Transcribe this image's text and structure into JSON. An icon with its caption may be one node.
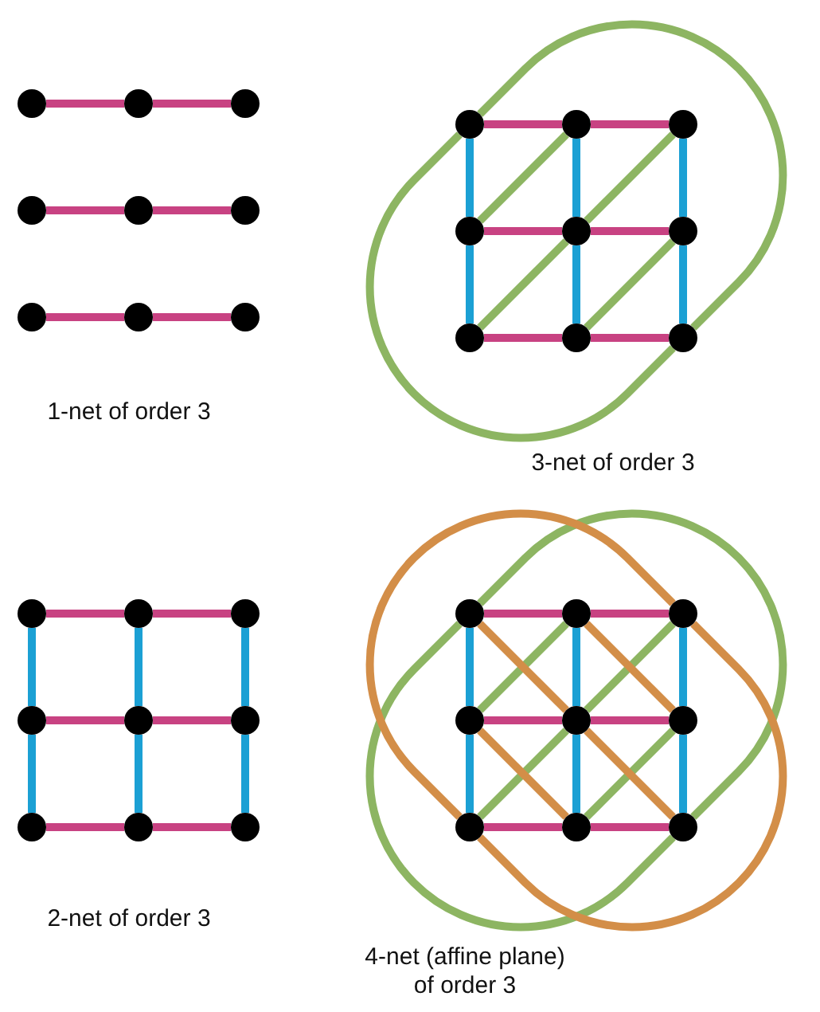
{
  "diagram": {
    "nodes": [
      {
        "text": [],
        "shape": "circle"
      },
      {
        "text": [],
        "shape": "circle"
      },
      {
        "text": [],
        "shape": "circle"
      },
      {
        "text": [],
        "shape": "circle"
      },
      {
        "text": [],
        "shape": "circle"
      },
      {
        "text": [],
        "shape": "circle"
      },
      {
        "text": [],
        "shape": "circle"
      },
      {
        "text": [],
        "shape": "circle"
      },
      {
        "text": [],
        "shape": "circle"
      },
      {
        "text": [],
        "shape": "circle"
      },
      {
        "text": [],
        "shape": "circle"
      },
      {
        "text": [],
        "shape": "circle"
      },
      {
        "text": [],
        "shape": "circle"
      },
      {
        "text": [],
        "shape": "circle"
      },
      {
        "text": [],
        "shape": "circle"
      },
      {
        "text": [],
        "shape": "circle"
      },
      {
        "text": [],
        "shape": "circle"
      },
      {
        "text": [],
        "shape": "circle"
      },
      {
        "text": [],
        "shape": "circle"
      },
      {
        "text": [],
        "shape": "circle"
      },
      {
        "text": [],
        "shape": "circle"
      },
      {
        "text": [],
        "shape": "circle"
      },
      {
        "text": [],
        "shape": "circle"
      },
      {
        "text": [],
        "shape": "circle"
      },
      {
        "text": [],
        "shape": "circle"
      },
      {
        "text": [],
        "shape": "circle"
      },
      {
        "text": [],
        "shape": "circle"
      },
      {
        "text": [],
        "shape": "circle"
      },
      {
        "text": [],
        "shape": "circle"
      },
      {
        "text": [],
        "shape": "circle"
      },
      {
        "text": [],
        "shape": "circle"
      },
      {
        "text": [],
        "shape": "circle"
      },
      {
        "text": [],
        "shape": "circle"
      },
      {
        "text": [],
        "shape": "circle"
      },
      {
        "text": [],
        "shape": "circle"
      },
      {
        "text": [],
        "shape": "circle"
      }
    ],
    "edges": [
      {
        "from": 0,
        "to": 1,
        "arrow": "none"
      },
      {
        "from": 1,
        "to": 2,
        "arrow": "none"
      },
      {
        "from": 3,
        "to": 4,
        "arrow": "none"
      },
      {
        "from": 4,
        "to": 5,
        "arrow": "none"
      },
      {
        "from": 6,
        "to": 7,
        "arrow": "none"
      },
      {
        "from": 7,
        "to": 8,
        "arrow": "none"
      },
      {
        "from": 9,
        "to": 10,
        "arrow": "none"
      },
      {
        "from": 10,
        "to": 11,
        "arrow": "none"
      },
      {
        "from": 12,
        "to": 13,
        "arrow": "none"
      },
      {
        "from": 13,
        "to": 14,
        "arrow": "none"
      },
      {
        "from": 15,
        "to": 16,
        "arrow": "none"
      },
      {
        "from": 16,
        "to": 17,
        "arrow": "none"
      },
      {
        "from": 9,
        "to": 12,
        "arrow": "none",
        "color": "#1ba0d4"
      },
      {
        "from": 12,
        "to": 15,
        "arrow": "none",
        "color": "#1ba0d4"
      },
      {
        "from": 10,
        "to": 13,
        "arrow": "none",
        "color": "#1ba0d4"
      },
      {
        "from": 13,
        "to": 16,
        "arrow": "none",
        "color": "#1ba0d4"
      },
      {
        "from": 11,
        "to": 14,
        "arrow": "none",
        "color": "#1ba0d4"
      },
      {
        "from": 14,
        "to": 17,
        "arrow": "none",
        "color": "#1ba0d4"
      },
      {
        "from": 15,
        "to": 13,
        "arrow": "none",
        "color": "#8db562"
      },
      {
        "from": 13,
        "to": 11,
        "arrow": "none",
        "color": "#8db562"
      },
      {
        "from": 16,
        "to": 14,
        "arrow": "none",
        "color": "#8db562"
      },
      {
        "from": 12,
        "to": 10,
        "arrow": "none",
        "color": "#8db562"
      },
      {
        "from": 9,
        "to": 17,
        "arrow": "none",
        "color": "#8db562"
      },
      {
        "from": 9,
        "to": 17,
        "arrow": "none",
        "color": "#8db562"
      },
      {
        "from": 18,
        "to": 19,
        "arrow": "none"
      },
      {
        "from": 19,
        "to": 20,
        "arrow": "none"
      },
      {
        "from": 21,
        "to": 22,
        "arrow": "none"
      },
      {
        "from": 22,
        "to": 23,
        "arrow": "none"
      },
      {
        "from": 24,
        "to": 25,
        "arrow": "none"
      },
      {
        "from": 25,
        "to": 26,
        "arrow": "none"
      },
      {
        "from": 18,
        "to": 21,
        "arrow": "none",
        "color": "#1ba0d4"
      },
      {
        "from": 21,
        "to": 24,
        "arrow": "none",
        "color": "#1ba0d4"
      },
      {
        "from": 19,
        "to": 22,
        "arrow": "none",
        "color": "#1ba0d4"
      },
      {
        "from": 22,
        "to": 25,
        "arrow": "none",
        "color": "#1ba0d4"
      },
      {
        "from": 20,
        "to": 23,
        "arrow": "none",
        "color": "#1ba0d4"
      },
      {
        "from": 23,
        "to": 26,
        "arrow": "none",
        "color": "#1ba0d4"
      },
      {
        "from": 27,
        "to": 28,
        "arrow": "none"
      },
      {
        "from": 28,
        "to": 29,
        "arrow": "none"
      },
      {
        "from": 30,
        "to": 31,
        "arrow": "none"
      },
      {
        "from": 31,
        "to": 32,
        "arrow": "none"
      },
      {
        "from": 33,
        "to": 34,
        "arrow": "none"
      },
      {
        "from": 34,
        "to": 35,
        "arrow": "none"
      },
      {
        "from": 27,
        "to": 30,
        "arrow": "none",
        "color": "#1ba0d4"
      },
      {
        "from": 30,
        "to": 33,
        "arrow": "none",
        "color": "#1ba0d4"
      },
      {
        "from": 28,
        "to": 31,
        "arrow": "none",
        "color": "#1ba0d4"
      },
      {
        "from": 31,
        "to": 34,
        "arrow": "none",
        "color": "#1ba0d4"
      },
      {
        "from": 29,
        "to": 32,
        "arrow": "none",
        "color": "#1ba0d4"
      },
      {
        "from": 32,
        "to": 35,
        "arrow": "none",
        "color": "#1ba0d4"
      },
      {
        "from": 33,
        "to": 31,
        "arrow": "none",
        "color": "#8db562"
      },
      {
        "from": 31,
        "to": 29,
        "arrow": "none",
        "color": "#8db562"
      },
      {
        "from": 34,
        "to": 32,
        "arrow": "none",
        "color": "#8db562"
      },
      {
        "from": 30,
        "to": 28,
        "arrow": "none",
        "color": "#8db562"
      },
      {
        "from": 27,
        "to": 35,
        "arrow": "none",
        "color": "#8db562"
      },
      {
        "from": 27,
        "to": 35,
        "arrow": "none",
        "color": "#8db562"
      },
      {
        "from": 27,
        "to": 31,
        "arrow": "none",
        "color": "#d38e48"
      },
      {
        "from": 31,
        "to": 35,
        "arrow": "none",
        "color": "#d38e48"
      },
      {
        "from": 28,
        "to": 32,
        "arrow": "none",
        "color": "#d38e48"
      },
      {
        "from": 30,
        "to": 34,
        "arrow": "none",
        "color": "#d38e48"
      },
      {
        "from": 29,
        "to": 33,
        "arrow": "none",
        "color": "#d38e48"
      },
      {
        "from": 29,
        "to": 33,
        "arrow": "none",
        "color": "#d38e48"
      }
    ],
    "labels": [
      "1-net of order 3",
      "3-net of order 3",
      "2-net of order 3",
      "4-net (affine plane) of order 3"
    ]
  }
}
